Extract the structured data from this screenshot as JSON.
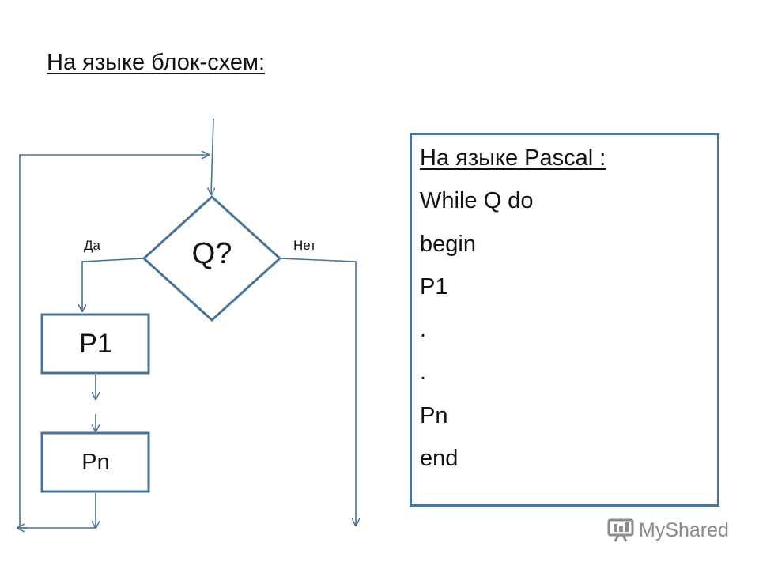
{
  "title": "На языке блок-схем:",
  "flowchart": {
    "condition": "Q?",
    "yes_label": "Да",
    "no_label": "Нет",
    "blocks": [
      "P1",
      "Pn"
    ]
  },
  "pascal": {
    "heading": "На языке Pascal :",
    "lines": [
      "While Q do",
      "begin",
      "P1",
      ".",
      ".",
      "Pn",
      "end"
    ]
  },
  "watermark": {
    "text": "MyShared",
    "icon": "presentation-board-icon"
  },
  "colors": {
    "line": "#4a7398",
    "text": "#111111",
    "watermark": "#8a8a8a"
  }
}
